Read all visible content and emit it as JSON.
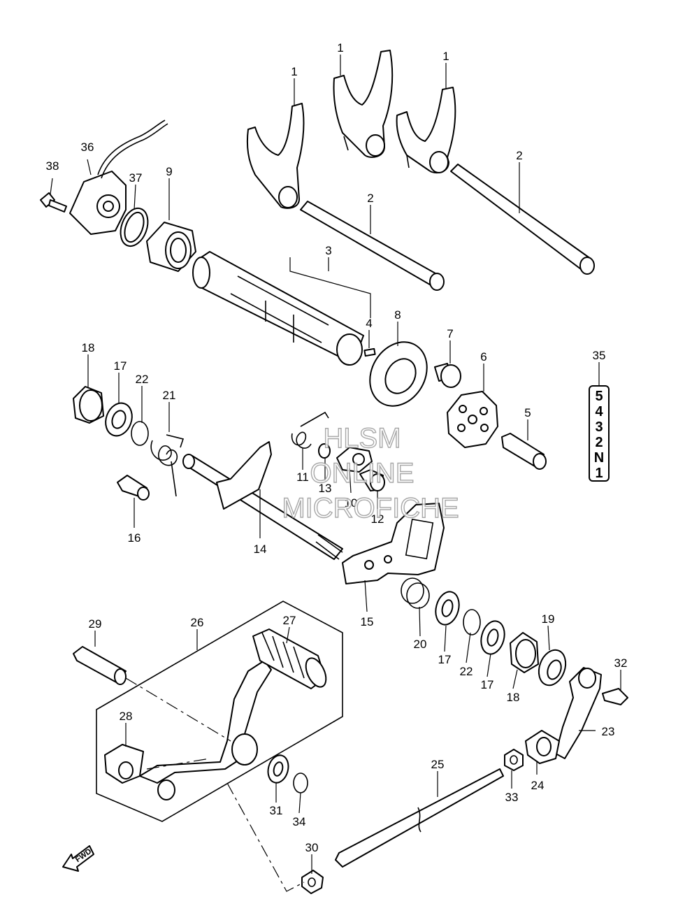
{
  "diagram": {
    "callouts": [
      {
        "id": "c1a",
        "text": "1"
      },
      {
        "id": "c1b",
        "text": "1"
      },
      {
        "id": "c1c",
        "text": "1"
      },
      {
        "id": "c2a",
        "text": "2"
      },
      {
        "id": "c2b",
        "text": "2"
      },
      {
        "id": "c3",
        "text": "3"
      },
      {
        "id": "c4",
        "text": "4"
      },
      {
        "id": "c5",
        "text": "5"
      },
      {
        "id": "c6",
        "text": "6"
      },
      {
        "id": "c7",
        "text": "7"
      },
      {
        "id": "c8",
        "text": "8"
      },
      {
        "id": "c9",
        "text": "9"
      },
      {
        "id": "c10",
        "text": "10"
      },
      {
        "id": "c11",
        "text": "11"
      },
      {
        "id": "c12",
        "text": "12"
      },
      {
        "id": "c13",
        "text": "13"
      },
      {
        "id": "c14",
        "text": "14"
      },
      {
        "id": "c15",
        "text": "15"
      },
      {
        "id": "c16",
        "text": "16"
      },
      {
        "id": "c17a",
        "text": "17"
      },
      {
        "id": "c17b",
        "text": "17"
      },
      {
        "id": "c17c",
        "text": "17"
      },
      {
        "id": "c18a",
        "text": "18"
      },
      {
        "id": "c18b",
        "text": "18"
      },
      {
        "id": "c19",
        "text": "19"
      },
      {
        "id": "c20",
        "text": "20"
      },
      {
        "id": "c21",
        "text": "21"
      },
      {
        "id": "c22a",
        "text": "22"
      },
      {
        "id": "c22b",
        "text": "22"
      },
      {
        "id": "c23",
        "text": "23"
      },
      {
        "id": "c24",
        "text": "24"
      },
      {
        "id": "c25",
        "text": "25"
      },
      {
        "id": "c26",
        "text": "26"
      },
      {
        "id": "c27",
        "text": "27"
      },
      {
        "id": "c28",
        "text": "28"
      },
      {
        "id": "c29",
        "text": "29"
      },
      {
        "id": "c30",
        "text": "30"
      },
      {
        "id": "c31",
        "text": "31"
      },
      {
        "id": "c32",
        "text": "32"
      },
      {
        "id": "c33",
        "text": "33"
      },
      {
        "id": "c34",
        "text": "34"
      },
      {
        "id": "c35",
        "text": "35"
      },
      {
        "id": "c36",
        "text": "36"
      },
      {
        "id": "c37",
        "text": "37"
      },
      {
        "id": "c38",
        "text": "38"
      }
    ],
    "gear_indicator": [
      "5",
      "4",
      "3",
      "2",
      "N",
      "1"
    ],
    "watermark": [
      "HLSM",
      "ONLINE",
      "MICROFICHE"
    ],
    "fwd_label": "FWD"
  }
}
